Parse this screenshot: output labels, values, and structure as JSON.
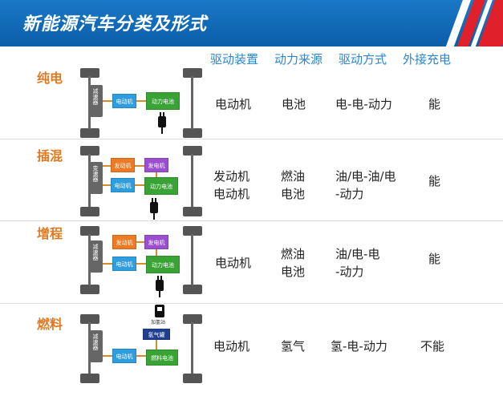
{
  "title": "新能源汽车分类及形式",
  "columns": [
    "驱动装置",
    "动力来源",
    "驱动方式",
    "外接充电"
  ],
  "rows": [
    {
      "type": "纯电",
      "drive": "电动机",
      "source": "电池",
      "mode": "电-电-动力",
      "charge": "能"
    },
    {
      "type": "插混",
      "drive": "发动机\n电动机",
      "source": "燃油\n电池",
      "mode": "油/电-油/电\n-动力",
      "charge": "能"
    },
    {
      "type": "增程",
      "drive": "电动机",
      "source": "燃油\n电池",
      "mode": "油/电-电\n-动力",
      "charge": "能"
    },
    {
      "type": "燃料",
      "drive": "电动机",
      "source": "氢气",
      "mode": "氢-电-动力",
      "charge": "不能"
    }
  ],
  "diagram": {
    "reducer": "减速器",
    "transmission": "变速器",
    "motor": "电动机",
    "engine": "发动机",
    "generator": "发电机",
    "battery": "动力电池",
    "hydrogen_tank": "氢气罐",
    "fuel_cell": "燃料电池",
    "station": "加氢站"
  },
  "colors": {
    "header": "#0b5ea8",
    "accent": "#e07a22",
    "column": "#2a86d0"
  }
}
